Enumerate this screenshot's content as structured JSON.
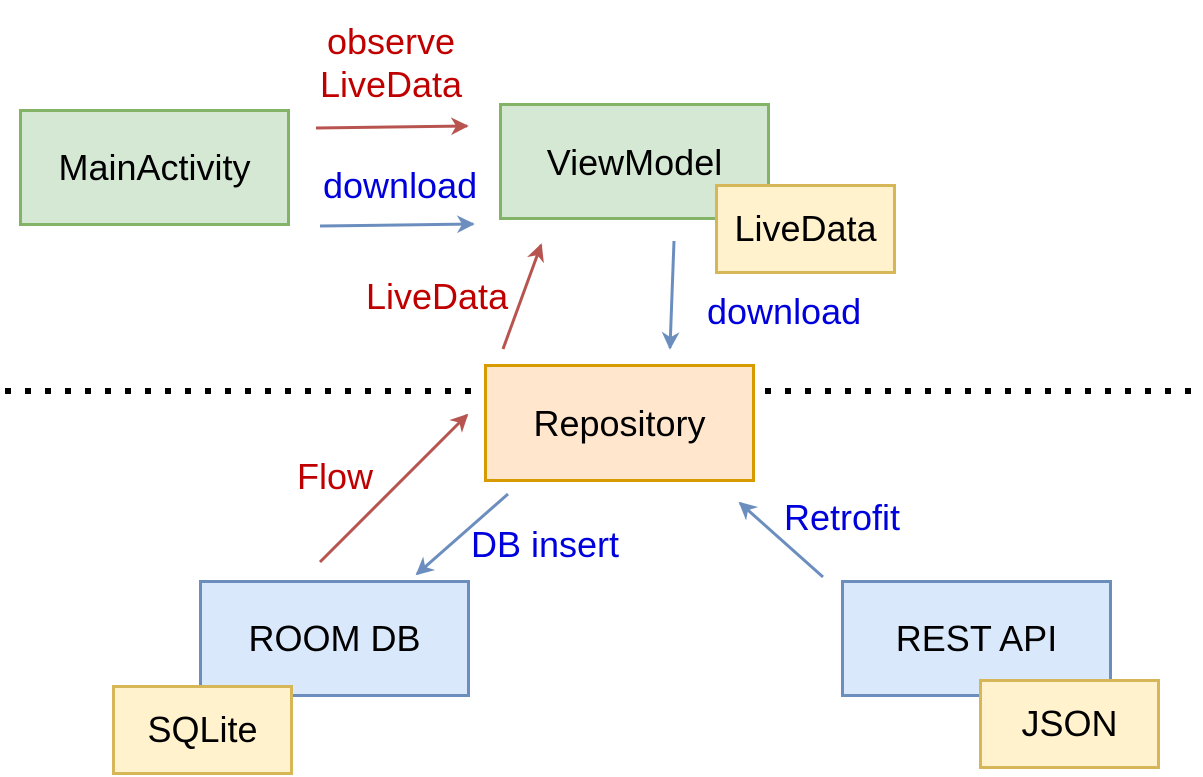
{
  "nodes": {
    "main_activity": "MainActivity",
    "view_model": "ViewModel",
    "view_model_livedata": "LiveData",
    "repository": "Repository",
    "room_db": "ROOM DB",
    "sqlite": "SQLite",
    "rest_api": "REST API",
    "json": "JSON"
  },
  "edges": {
    "observe_livedata_line1": "observe",
    "observe_livedata_line2": "LiveData",
    "download_top": "download",
    "livedata_up": "LiveData",
    "download_down": "download",
    "flow": "Flow",
    "db_insert": "DB insert",
    "retrofit": "Retrofit"
  },
  "colors": {
    "red_edge": "#b85450",
    "blue_edge": "#6c8ebf",
    "red_text": "#c00000",
    "blue_text": "#0000dd"
  }
}
